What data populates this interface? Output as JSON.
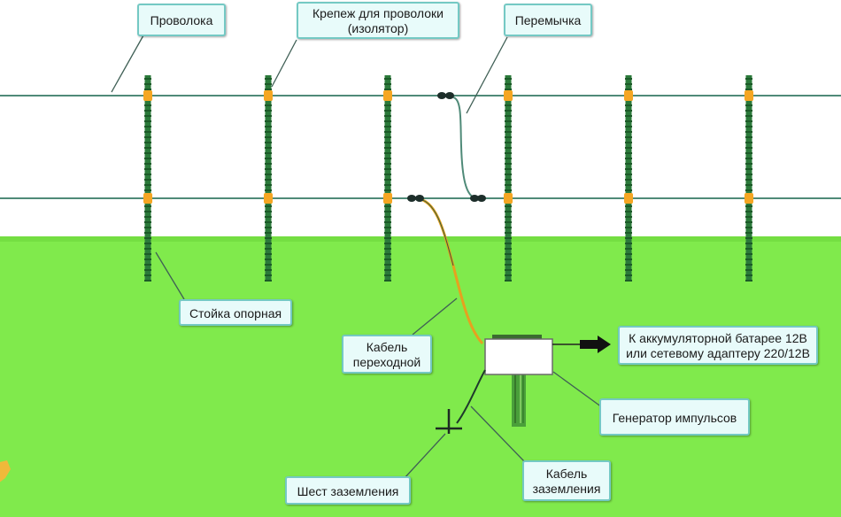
{
  "labels": {
    "wire": "Проволока",
    "insulator_line1": "Крепеж для проволоки",
    "insulator_line2": "(изолятор)",
    "jumper": "Перемычка",
    "post": "Стойка опорная",
    "cable_line1": "Кабель",
    "cable_line2": "переходной",
    "battery_line1": "К аккумуляторной батарее 12В",
    "battery_line2": "или сетевому адаптеру 220/12В",
    "generator": "Генератор импульсов",
    "ground_rod": "Шест заземления",
    "ground_cable_line1": "Кабель",
    "ground_cable_line2": "заземления"
  },
  "colors": {
    "sky": "#ffffff",
    "grass": "#80ea4c",
    "wire": "#4f8a78",
    "post": "#2b7a3a",
    "insulator": "#f5a623",
    "label_bg": "#e8fbfa",
    "label_border": "#74c9c4",
    "cable_orange": "#e6a11f"
  }
}
